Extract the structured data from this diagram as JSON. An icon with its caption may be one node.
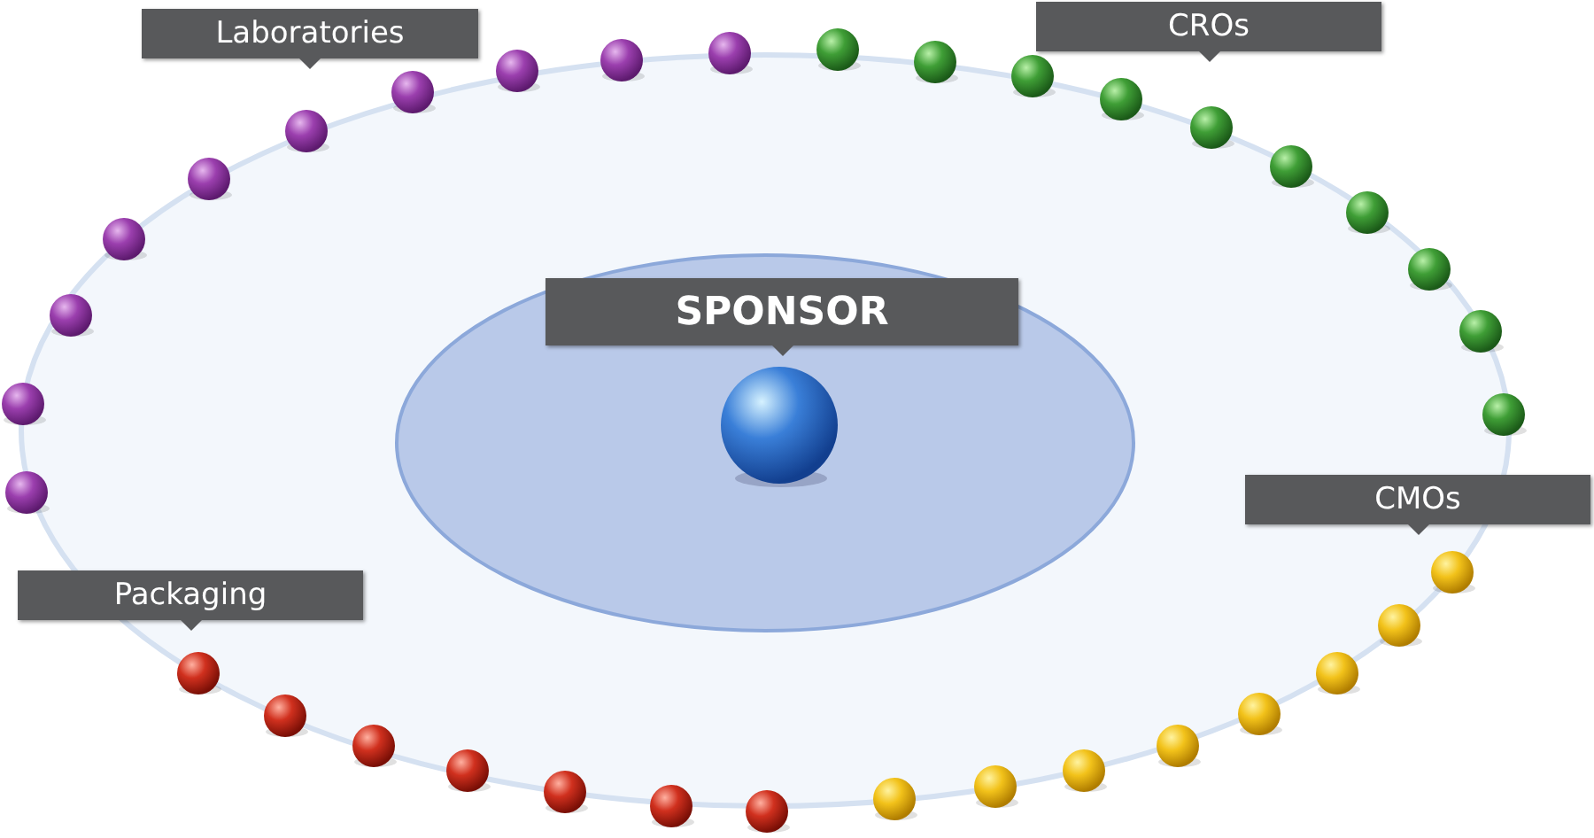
{
  "diagram": {
    "nodes": [
      {
        "text": [
          "Laboratories"
        ]
      },
      {
        "text": [
          "CROs"
        ]
      },
      {
        "text": [
          "SPONSOR"
        ]
      },
      {
        "text": [
          "CMOs"
        ]
      },
      {
        "text": [
          "Packaging"
        ]
      }
    ]
  }
}
